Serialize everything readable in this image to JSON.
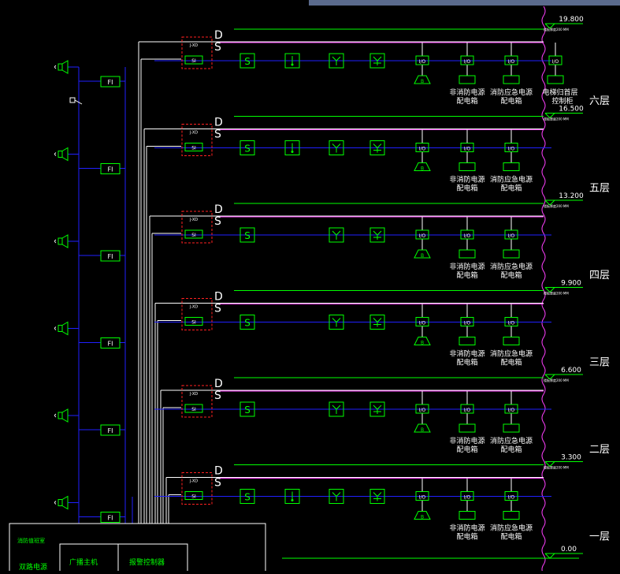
{
  "floors": [
    {
      "label": "六层",
      "elevation": "19.800",
      "slab_note": "楼板厚度200 MM",
      "has_bell": true,
      "has_level": true,
      "has_elevator": true,
      "has_speaker": true
    },
    {
      "label": "五层",
      "elevation": "16.500",
      "slab_note": "楼板厚度200 MM",
      "has_bell": true,
      "has_level": true,
      "has_elevator": false,
      "has_speaker": true
    },
    {
      "label": "四层",
      "elevation": "13.200",
      "slab_note": "楼板厚度200 MM",
      "has_bell": true,
      "has_level": false,
      "has_elevator": false,
      "has_speaker": true
    },
    {
      "label": "三层",
      "elevation": "9.900",
      "slab_note": "楼板厚度200 MM",
      "has_bell": true,
      "has_level": false,
      "has_elevator": false,
      "has_speaker": true
    },
    {
      "label": "二层",
      "elevation": "6.600",
      "slab_note": "楼板厚度200 MM",
      "has_bell": true,
      "has_level": false,
      "has_elevator": false,
      "has_speaker": true
    },
    {
      "label": "一层",
      "elevation": "3.300",
      "slab_note": "楼板厚度200 MM",
      "has_bell": true,
      "has_level": true,
      "has_elevator": false,
      "has_speaker": true
    }
  ],
  "ground_elevation": "0.00",
  "labels": {
    "bus_d": "D",
    "bus_s": "S",
    "jxd": "J-XD",
    "si": "SI",
    "fi": "FI",
    "io": "I/O",
    "smoke": "S",
    "non_fire_power_1": "非消防电源",
    "non_fire_power_2": "配电箱",
    "emergency_power_1": "消防应急电源",
    "emergency_power_2": "配电箱",
    "elevator_1": "电梯归首层",
    "elevator_2": "控制柜",
    "control_room": "消防值班室",
    "broadcast_host": "广播主机",
    "alarm_controller": "报警控制器",
    "dual_power": "双路电源"
  }
}
